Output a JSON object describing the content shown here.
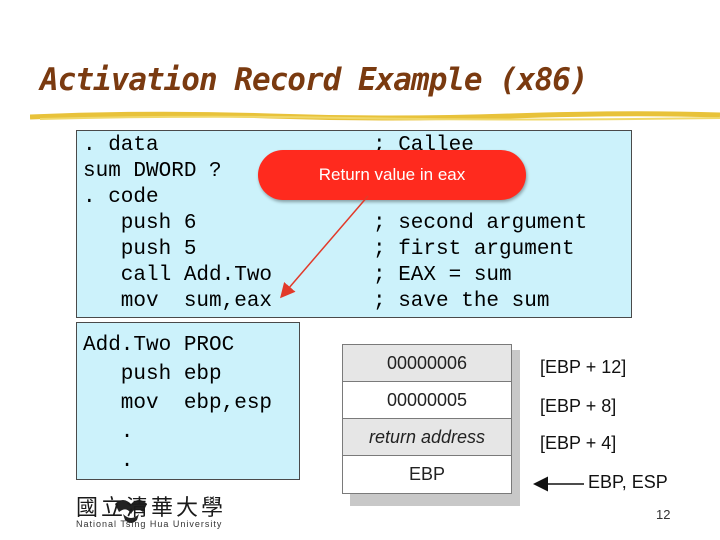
{
  "slide": {
    "title": "Activation Record Example (x86)",
    "page_number": "12"
  },
  "code_block_1": {
    "lines": [
      ". data",
      "sum DWORD ?",
      ". code",
      "   push 6",
      "   push 5",
      "   call Add.Two",
      "   mov  sum,eax"
    ],
    "comments": [
      "; Callee",
      "; second argument",
      "; first argument",
      "; EAX = sum",
      "; save the sum"
    ]
  },
  "callout": {
    "text": "Return value in eax"
  },
  "code_block_2": {
    "lines": [
      "Add.Two PROC",
      "   push ebp",
      "   mov  ebp,esp",
      "   .",
      "   ."
    ]
  },
  "stack": {
    "cells": [
      "00000006",
      "00000005",
      "return address",
      "EBP"
    ],
    "offsets": [
      "[EBP + 12]",
      "[EBP + 8]",
      "[EBP + 4]"
    ],
    "pointer_label": "EBP, ESP"
  },
  "logo": {
    "name": "國立清華大學",
    "subtitle": "National Tsing Hua University"
  },
  "colors": {
    "title": "#7a3a10",
    "code_background": "#ccf2fb",
    "callout": "#ff2a1e",
    "underline": "#e8c23a"
  }
}
